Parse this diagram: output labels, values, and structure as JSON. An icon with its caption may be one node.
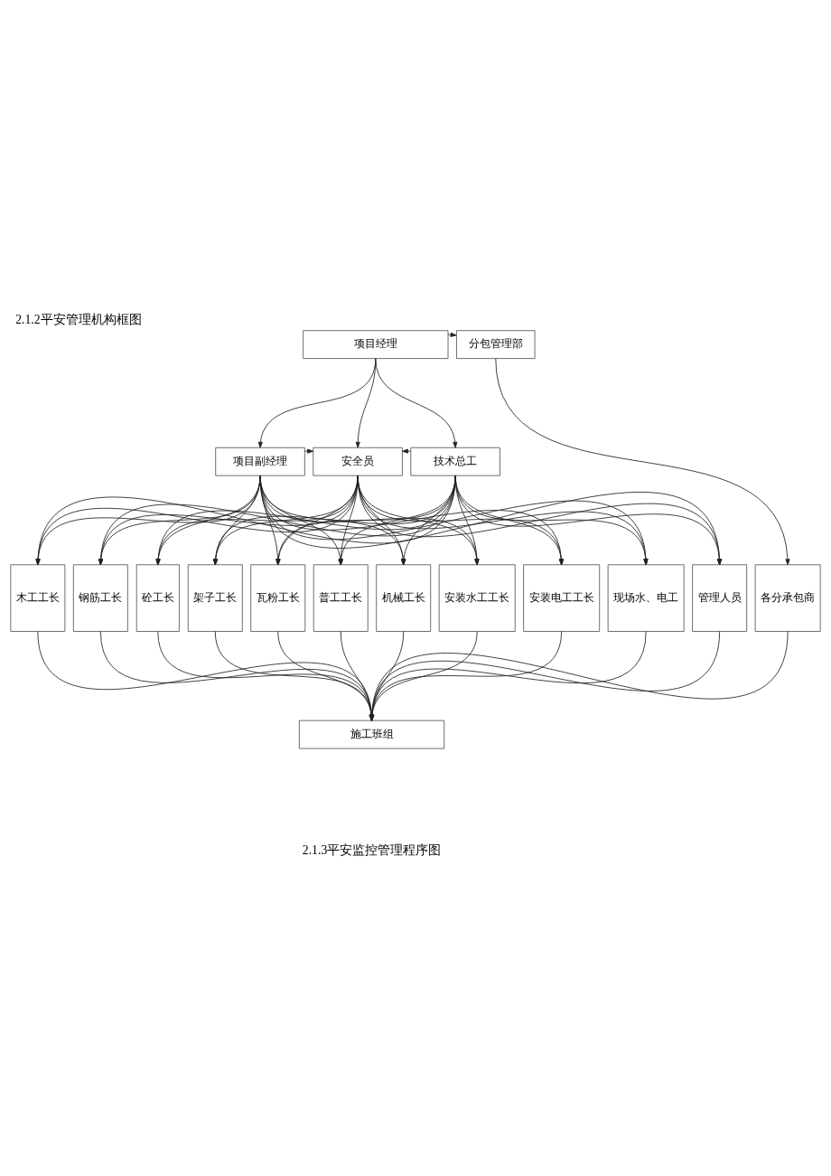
{
  "diagram": {
    "title": "2.1.2平安管理机构框图",
    "nodes": [
      {
        "text": [
          "项目经理"
        ]
      },
      {
        "text": [
          "分包管理部"
        ]
      },
      {
        "text": [
          "项目副经理"
        ]
      },
      {
        "text": [
          "安全员"
        ]
      },
      {
        "text": [
          "技术总工"
        ]
      },
      {
        "text": [
          "木工工长"
        ]
      },
      {
        "text": [
          "钢筋工长"
        ]
      },
      {
        "text": [
          "砼工长"
        ]
      },
      {
        "text": [
          "架子工长"
        ]
      },
      {
        "text": [
          "瓦粉工长"
        ]
      },
      {
        "text": [
          "普工工长"
        ]
      },
      {
        "text": [
          "机械工长"
        ]
      },
      {
        "text": [
          "安装水工工长"
        ]
      },
      {
        "text": [
          "安装电工工长"
        ]
      },
      {
        "text": [
          "现场水、电工"
        ]
      },
      {
        "text": [
          "管理人员"
        ]
      },
      {
        "text": [
          "各分承包商"
        ]
      },
      {
        "text": [
          "施工班组"
        ]
      }
    ],
    "edges": [
      {
        "from": 0,
        "to": 1,
        "arrow": "to"
      },
      {
        "from": 0,
        "to": 2,
        "arrow": "to"
      },
      {
        "from": 0,
        "to": 3,
        "arrow": "to"
      },
      {
        "from": 0,
        "to": 4,
        "arrow": "to"
      },
      {
        "from": 2,
        "to": 3,
        "arrow": "to"
      },
      {
        "from": 4,
        "to": 3,
        "arrow": "to"
      },
      {
        "from": 1,
        "to": 16,
        "arrow": "to"
      },
      {
        "from": 2,
        "to": 5,
        "arrow": "to"
      },
      {
        "from": 2,
        "to": 6,
        "arrow": "to"
      },
      {
        "from": 2,
        "to": 7,
        "arrow": "to"
      },
      {
        "from": 2,
        "to": 8,
        "arrow": "to"
      },
      {
        "from": 2,
        "to": 9,
        "arrow": "to"
      },
      {
        "from": 2,
        "to": 10,
        "arrow": "to"
      },
      {
        "from": 2,
        "to": 11,
        "arrow": "to"
      },
      {
        "from": 2,
        "to": 12,
        "arrow": "to"
      },
      {
        "from": 2,
        "to": 13,
        "arrow": "to"
      },
      {
        "from": 2,
        "to": 14,
        "arrow": "to"
      },
      {
        "from": 2,
        "to": 15,
        "arrow": "to"
      },
      {
        "from": 3,
        "to": 5,
        "arrow": "to"
      },
      {
        "from": 3,
        "to": 6,
        "arrow": "to"
      },
      {
        "from": 3,
        "to": 7,
        "arrow": "to"
      },
      {
        "from": 3,
        "to": 8,
        "arrow": "to"
      },
      {
        "from": 3,
        "to": 9,
        "arrow": "to"
      },
      {
        "from": 3,
        "to": 10,
        "arrow": "to"
      },
      {
        "from": 3,
        "to": 11,
        "arrow": "to"
      },
      {
        "from": 3,
        "to": 12,
        "arrow": "to"
      },
      {
        "from": 3,
        "to": 13,
        "arrow": "to"
      },
      {
        "from": 3,
        "to": 14,
        "arrow": "to"
      },
      {
        "from": 3,
        "to": 15,
        "arrow": "to"
      },
      {
        "from": 4,
        "to": 5,
        "arrow": "to"
      },
      {
        "from": 4,
        "to": 6,
        "arrow": "to"
      },
      {
        "from": 4,
        "to": 7,
        "arrow": "to"
      },
      {
        "from": 4,
        "to": 8,
        "arrow": "to"
      },
      {
        "from": 4,
        "to": 9,
        "arrow": "to"
      },
      {
        "from": 4,
        "to": 10,
        "arrow": "to"
      },
      {
        "from": 4,
        "to": 11,
        "arrow": "to"
      },
      {
        "from": 4,
        "to": 12,
        "arrow": "to"
      },
      {
        "from": 4,
        "to": 13,
        "arrow": "to"
      },
      {
        "from": 4,
        "to": 14,
        "arrow": "to"
      },
      {
        "from": 4,
        "to": 15,
        "arrow": "to"
      },
      {
        "from": 5,
        "to": 17,
        "arrow": "to"
      },
      {
        "from": 6,
        "to": 17,
        "arrow": "to"
      },
      {
        "from": 7,
        "to": 17,
        "arrow": "to"
      },
      {
        "from": 8,
        "to": 17,
        "arrow": "to"
      },
      {
        "from": 9,
        "to": 17,
        "arrow": "to"
      },
      {
        "from": 10,
        "to": 17,
        "arrow": "to"
      },
      {
        "from": 11,
        "to": 17,
        "arrow": "to"
      },
      {
        "from": 12,
        "to": 17,
        "arrow": "to"
      },
      {
        "from": 13,
        "to": 17,
        "arrow": "to"
      },
      {
        "from": 14,
        "to": 17,
        "arrow": "to"
      },
      {
        "from": 15,
        "to": 17,
        "arrow": "to"
      },
      {
        "from": 16,
        "to": 17,
        "arrow": "to"
      }
    ],
    "labels": [
      "2.1.3平安监控管理程序图"
    ]
  }
}
